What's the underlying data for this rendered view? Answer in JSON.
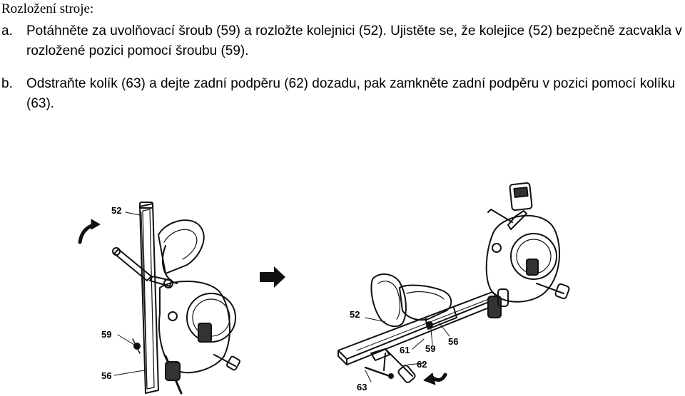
{
  "title": "Rozložení stroje:",
  "steps": [
    {
      "marker": "a.",
      "text": "Potáhněte za uvolňovací šroub (59) a rozložte kolejnici (52). Ujistěte se, že kolejice (52) bezpečně zacvakla v rozložené pozici pomocí šroubu (59)."
    },
    {
      "marker": "b.",
      "text": "Odstraňte kolík (63) a dejte zadní podpěru (62) dozadu, pak zamkněte zadní podpěru v pozici pomocí kolíku (63)."
    }
  ],
  "figure": {
    "folded_labels": [
      "52",
      "59",
      "56"
    ],
    "unfolded_labels": [
      "52",
      "61",
      "59",
      "56",
      "62",
      "63"
    ]
  }
}
